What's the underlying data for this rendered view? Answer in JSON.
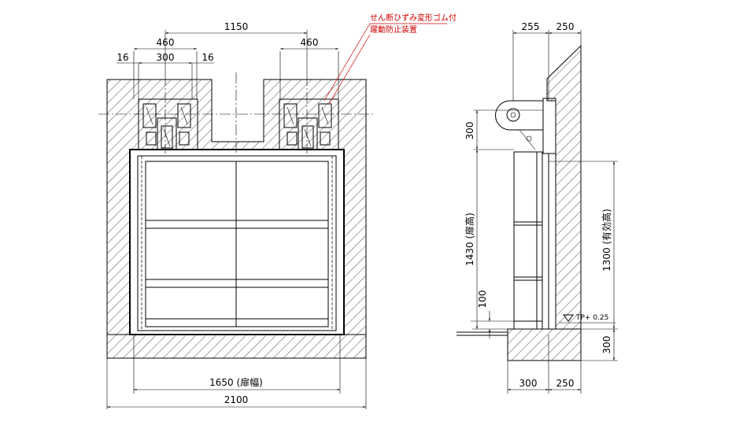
{
  "front_view": {
    "dims": {
      "top_span": "1150",
      "left_pair_span": "460",
      "right_pair_span": "460",
      "left_inner": "300",
      "left_edge_a": "16",
      "left_edge_b": "16",
      "gate_width": "1650 (扉幅)",
      "total_width": "2100"
    },
    "note_lines": [
      "せん断ひずみ変形ゴム付",
      "躍動防止装置"
    ]
  },
  "side_view": {
    "dims": {
      "top_left": "255",
      "top_right": "250",
      "upper_height": "300",
      "gate_height": "1430 (扉高)",
      "effective_height": "1300 (有効高)",
      "bottom_gap": "100",
      "base_height": "300",
      "bottom_left": "300",
      "bottom_right": "250"
    },
    "tp_label": "TP+ 0.25"
  },
  "colors": {
    "line": "#000000",
    "note": "#cc0000"
  }
}
